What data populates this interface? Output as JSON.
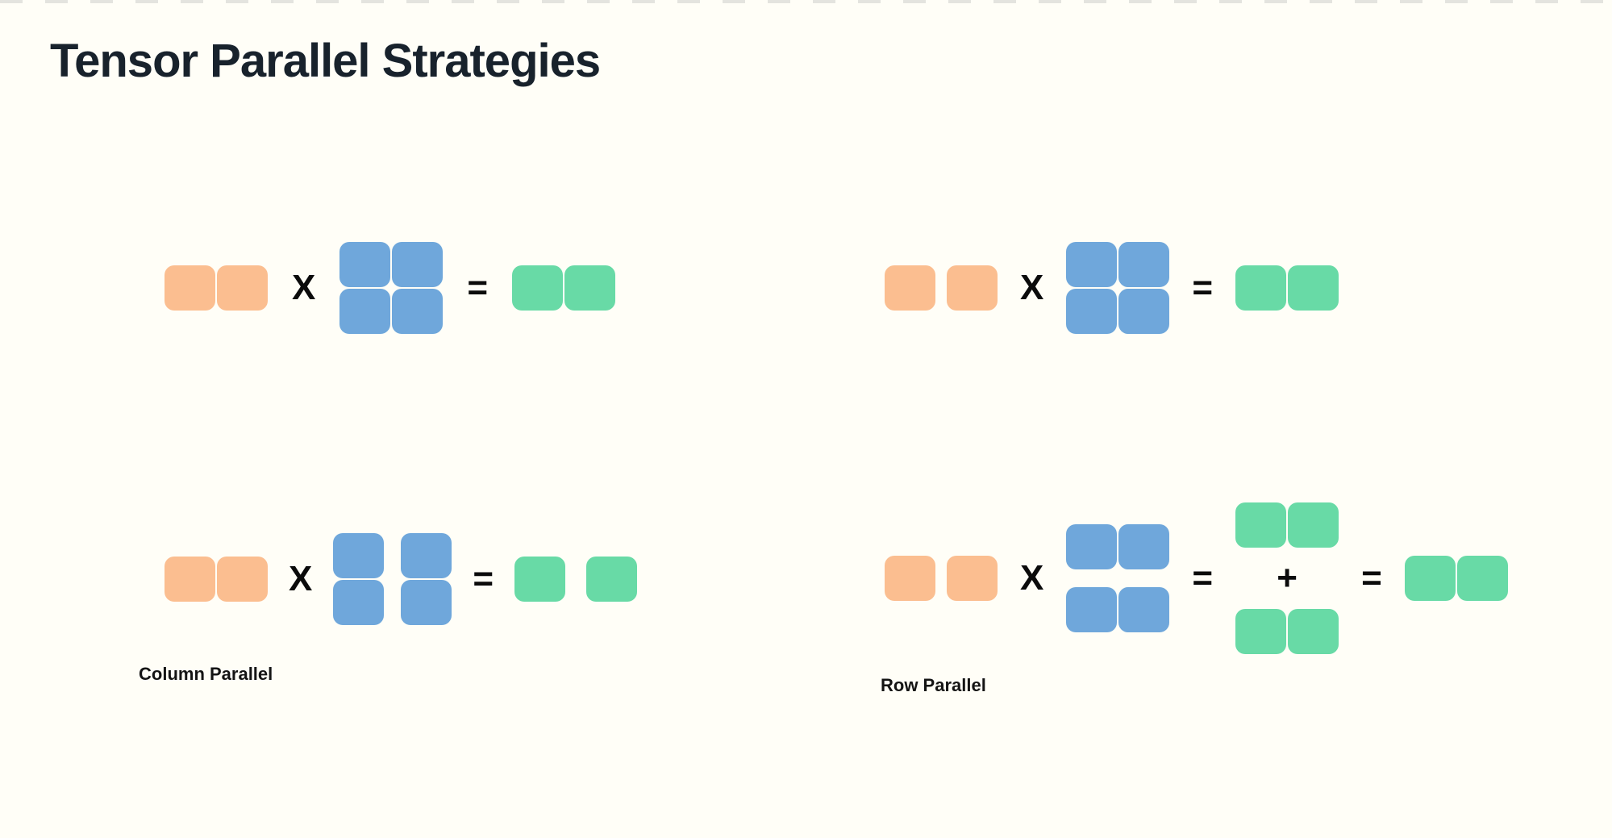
{
  "page": {
    "title": "Tensor Parallel Strategies"
  },
  "colors": {
    "background": "#FFFEF7",
    "input_block": "#FBBE90",
    "weight_block": "#6FA7DB",
    "output_block": "#68DAA6",
    "title_text": "#18222C",
    "label_text": "#141414",
    "operator_text": "#0B0B0B",
    "top_border_dash": "#E4E4DF"
  },
  "operators": {
    "multiply": "X",
    "equals": "=",
    "plus": "+"
  },
  "diagrams": [
    {
      "position": "top-left",
      "label": "",
      "input_blocks": 2,
      "weight_blocks": 4,
      "output_blocks": 2,
      "input_split": false,
      "weight_split": "none",
      "output_split": false
    },
    {
      "position": "top-right",
      "label": "",
      "input_blocks": 2,
      "weight_blocks": 4,
      "output_blocks": 2,
      "input_split": true,
      "weight_split": "none",
      "output_split": false
    },
    {
      "position": "bottom-left",
      "label": "Column Parallel",
      "input_blocks": 2,
      "weight_blocks": 4,
      "output_blocks": 2,
      "input_split": false,
      "weight_split": "columns",
      "output_split": true
    },
    {
      "position": "bottom-right",
      "label": "Row Parallel",
      "input_blocks": 2,
      "weight_blocks": 4,
      "partial_output_blocks": 4,
      "output_blocks": 2,
      "input_split": true,
      "weight_split": "rows",
      "output_split": false
    }
  ]
}
